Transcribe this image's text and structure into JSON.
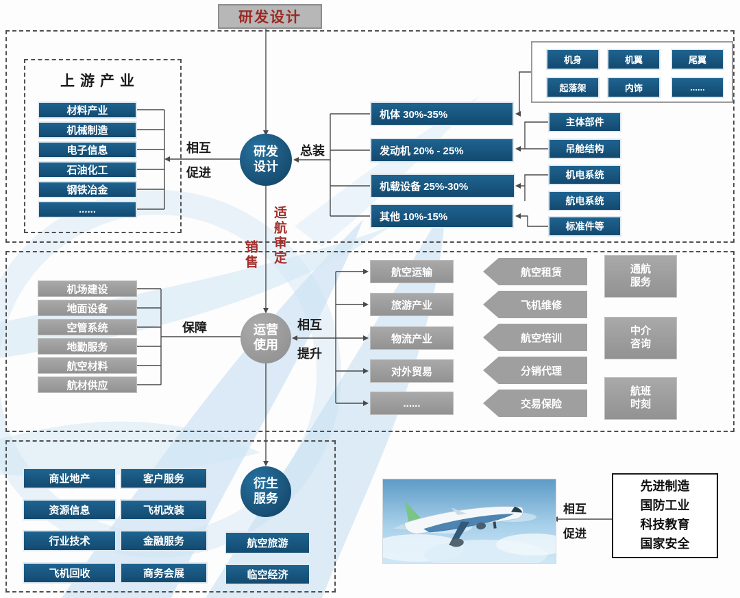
{
  "page_title": "研发设计",
  "colors": {
    "box_blue": "#15567f",
    "box_gray": "#9d9d9d",
    "accent_red": "#a3302c",
    "line": "#4a4a4a",
    "bg_swoosh": "#cfe4f3"
  },
  "sec1": {
    "upstream_title": "上游产业",
    "upstream": [
      "材料产业",
      "机械制造",
      "电子信息",
      "石油化工",
      "钢铁冶金",
      "......"
    ],
    "mutual_left": {
      "l1": "相互",
      "l2": "促进"
    },
    "hub": {
      "l1": "研发",
      "l2": "设计"
    },
    "assembly": "总装",
    "cost": [
      "机体 30%-35%",
      "发动机 20% - 25%",
      "机载设备 25%-30%",
      "其他 10%-15%"
    ],
    "parts": [
      "机身",
      "机翼",
      "尾翼",
      "起落架",
      "内饰",
      "......"
    ],
    "components": [
      "主体部件",
      "吊舱结构",
      "机电系统",
      "航电系统",
      "标准件等"
    ]
  },
  "flow": {
    "sales": "销售",
    "airworthiness": "适航审定"
  },
  "sec2": {
    "support": [
      "机场建设",
      "地面设备",
      "空管系统",
      "地勤服务",
      "航空材料",
      "航材供应"
    ],
    "support_label": "保障",
    "hub": {
      "l1": "运营",
      "l2": "使用"
    },
    "mutual_right": {
      "l1": "相互",
      "l2": "提升"
    },
    "industries": [
      "航空运输",
      "旅游产业",
      "物流产业",
      "对外贸易",
      "......"
    ],
    "services": [
      "航空租赁",
      "飞机维修",
      "航空培训",
      "分销代理",
      "交易保险"
    ],
    "side": [
      {
        "l1": "通航",
        "l2": "服务"
      },
      {
        "l1": "中介",
        "l2": "咨询"
      },
      {
        "l1": "航班",
        "l2": "时刻"
      }
    ]
  },
  "sec3": {
    "hub": {
      "l1": "衍生",
      "l2": "服务"
    },
    "col1": [
      "商业地产",
      "资源信息",
      "行业技术",
      "飞机回收"
    ],
    "col2": [
      "客户服务",
      "飞机改装",
      "金融服务",
      "商务会展"
    ],
    "col3": [
      "航空旅游",
      "临空经济"
    ],
    "mutual": {
      "l1": "相互",
      "l2": "促进"
    },
    "impact": [
      "先进制造",
      "国防工业",
      "科技教育",
      "国家安全"
    ]
  }
}
